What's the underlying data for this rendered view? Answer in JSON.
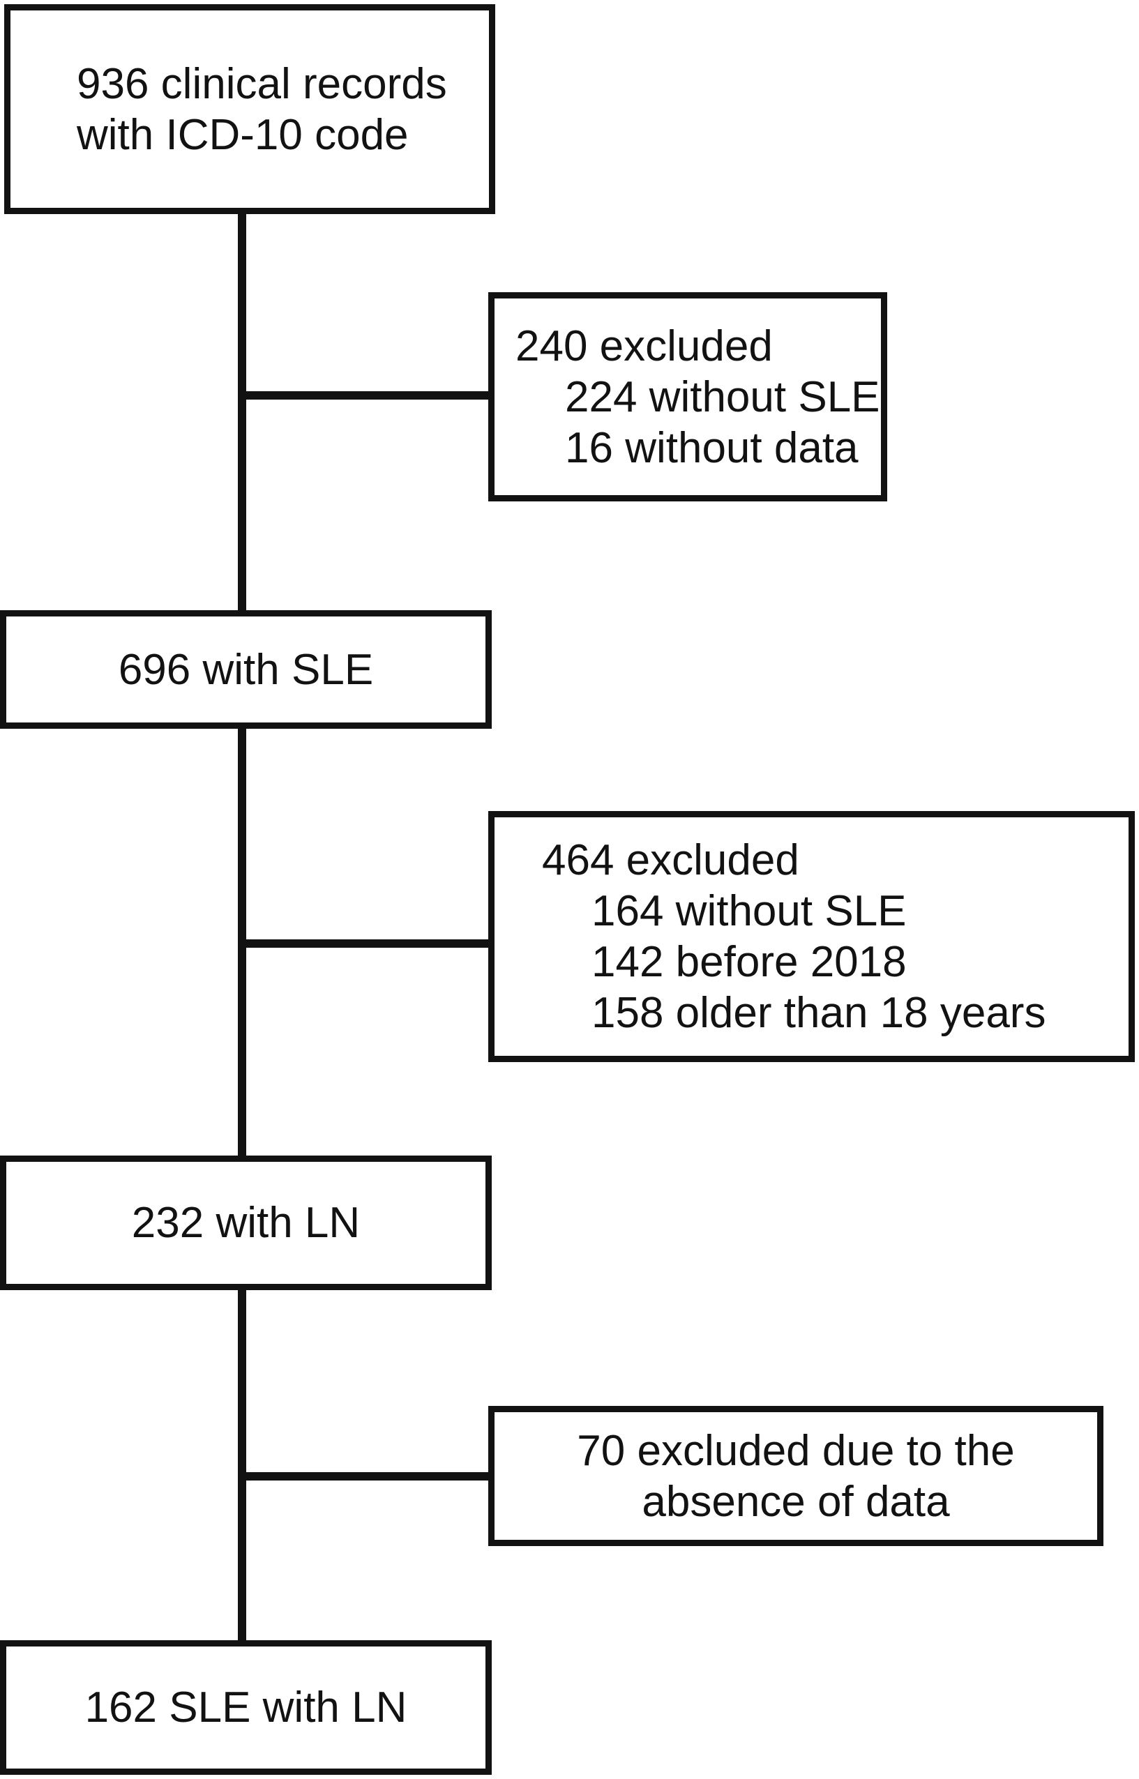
{
  "flowchart": {
    "colors": {
      "background": "#ffffff",
      "line": "#121212",
      "text": "#121212"
    },
    "boxes": [
      {
        "id": "clinical-records",
        "lines": [
          "936 clinical records",
          "with ICD-10 code"
        ]
      },
      {
        "id": "excluded-240",
        "lines": [
          "240 excluded",
          "224 without SLE",
          "16 without data"
        ]
      },
      {
        "id": "with-sle",
        "lines": [
          "696 with SLE"
        ]
      },
      {
        "id": "excluded-464",
        "lines": [
          "464 excluded",
          "164 without SLE",
          "142 before 2018",
          "158 older than 18 years"
        ]
      },
      {
        "id": "with-ln",
        "lines": [
          "232 with LN"
        ]
      },
      {
        "id": "excluded-70",
        "lines": [
          "70 excluded due to the",
          "absence of data"
        ]
      },
      {
        "id": "sle-with-ln",
        "lines": [
          "162 SLE with LN"
        ]
      }
    ],
    "edges": [
      {
        "from": "clinical-records",
        "to": "with-sle",
        "branch": "excluded-240"
      },
      {
        "from": "with-sle",
        "to": "with-ln",
        "branch": "excluded-464"
      },
      {
        "from": "with-ln",
        "to": "sle-with-ln",
        "branch": "excluded-70"
      }
    ]
  }
}
